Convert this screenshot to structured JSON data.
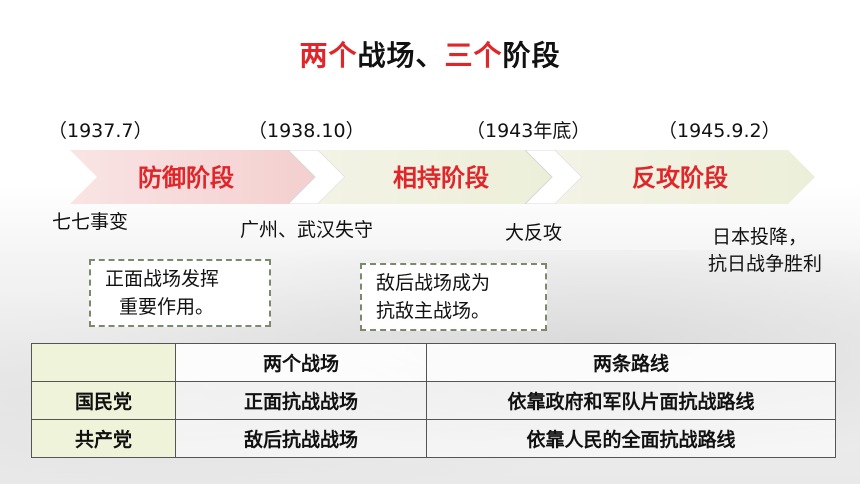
{
  "title": {
    "part1": "两个",
    "part2": "战场、",
    "part3": "三个",
    "part4": "阶段"
  },
  "timeline": {
    "dates": [
      "（1937.7）",
      "（1938.10）",
      "（1943年底）",
      "（1945.9.2）"
    ],
    "stages": [
      "防御阶段",
      "相持阶段",
      "反攻阶段"
    ],
    "events": [
      "七七事变",
      "广州、武汉失守",
      "大反攻",
      "日本投降，",
      "抗日战争胜利"
    ]
  },
  "notes": {
    "frontline": [
      "正面战场发挥",
      "重要作用。"
    ],
    "rear": [
      "敌后战场成为",
      "抗敌主战场。"
    ]
  },
  "table": {
    "headers": [
      "",
      "两个战场",
      "两条路线"
    ],
    "rows": [
      {
        "party": "国民党",
        "battlefield": "正面抗战战场",
        "route": "依靠政府和军队片面抗战路线"
      },
      {
        "party": "共产党",
        "battlefield": "敌后抗战战场",
        "route": "依靠人民的全面抗战路线"
      }
    ]
  },
  "colors": {
    "accent": "#e0262a",
    "arrow_pink": "#f6d6d6",
    "arrow_light": "#f1f1e2"
  }
}
